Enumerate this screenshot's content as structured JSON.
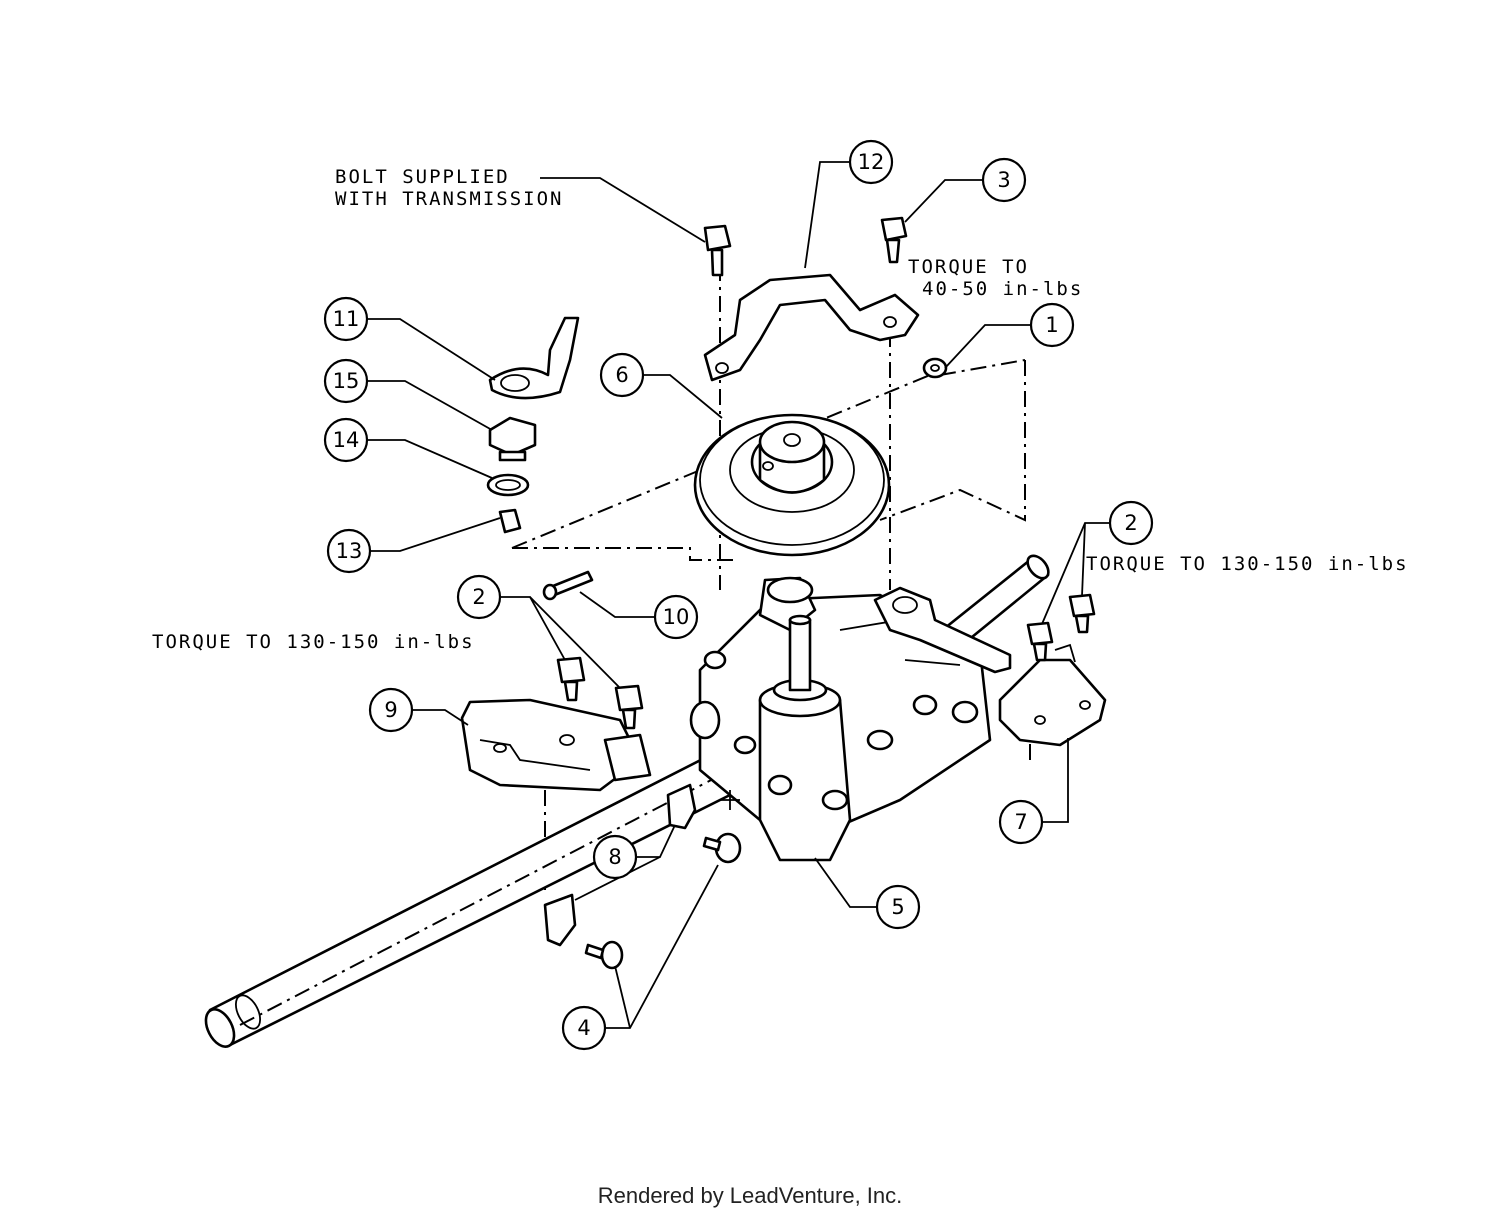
{
  "notes": {
    "bolt_line1": "BOLT SUPPLIED",
    "bolt_line2": "WITH TRANSMISSION",
    "torque_40_line1": "TORQUE TO",
    "torque_40_line2": "40-50 in-lbs",
    "torque_130_right": "TORQUE TO 130-150 in-lbs",
    "torque_130_left": "TORQUE TO 130-150 in-lbs"
  },
  "callouts": {
    "c1": "1",
    "c2_left": "2",
    "c2_right": "2",
    "c3": "3",
    "c4": "4",
    "c5": "5",
    "c6": "6",
    "c7": "7",
    "c8": "8",
    "c9": "9",
    "c10": "10",
    "c11": "11",
    "c12": "12",
    "c13": "13",
    "c14": "14",
    "c15": "15"
  },
  "footer": "Rendered by LeadVenture, Inc.",
  "colors": {
    "line": "#000000",
    "background": "#ffffff"
  }
}
